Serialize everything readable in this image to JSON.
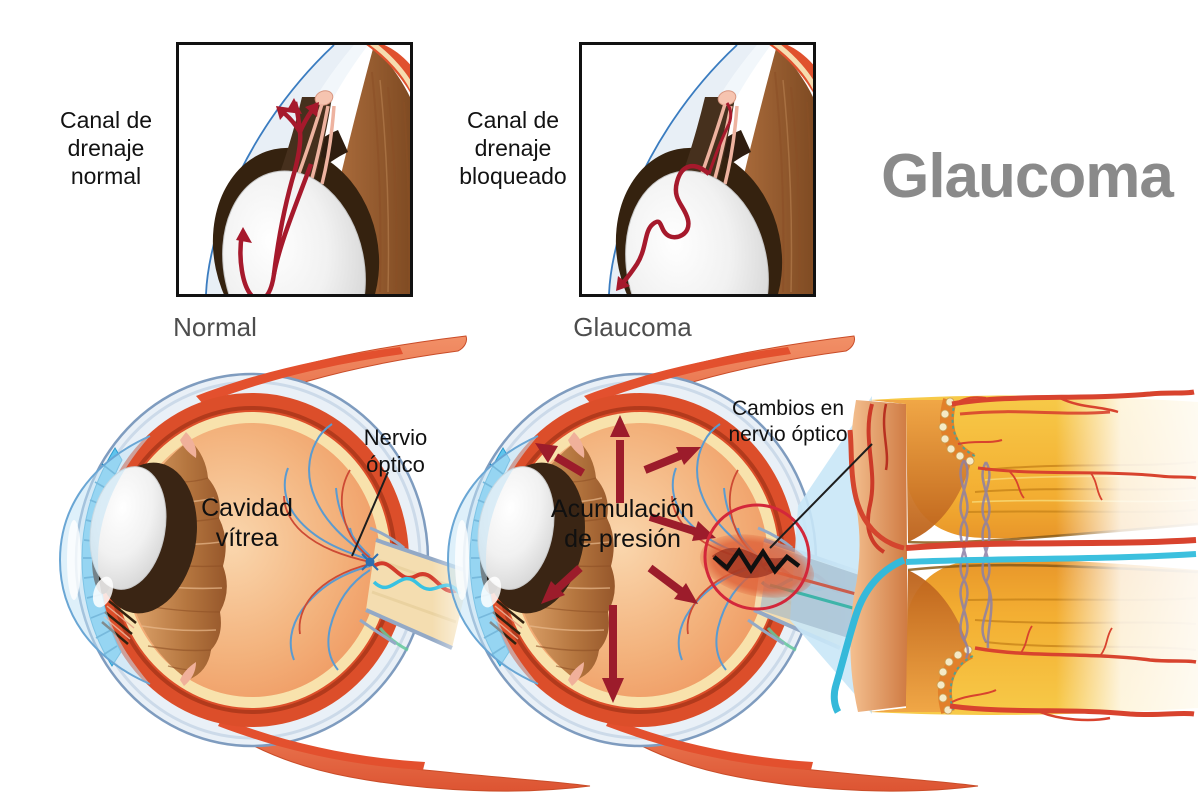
{
  "title": {
    "text": "Glaucoma",
    "color": "#8a8a8a"
  },
  "insets": {
    "normal": {
      "label": "Canal de\ndrenaje\nnormal",
      "caption": "Normal"
    },
    "blocked": {
      "label": "Canal de\ndrenaje\nbloqueado",
      "caption": "Glaucoma"
    }
  },
  "eye_normal": {
    "cavity_label": "Cavidad\nvítrea",
    "nerve_label": "Nervio\nóptico"
  },
  "eye_glaucoma": {
    "pressure_label": "Acumulación\nde presión",
    "nerve_changes_label": "Cambios en\nnervio óptico"
  },
  "colors": {
    "title_gray": "#8a8a8a",
    "caption_gray": "#4d4d4d",
    "label_black": "#161616",
    "pressure_arrow_red": "#9c1c2b",
    "flow_arrow_red": "#a6192c",
    "highlight_circle_red": "#d3273a",
    "sclera_blue": "#e9f0f7",
    "choroid_red": "#dc4e2a",
    "retina_cream": "#f8e2ac",
    "vitreous_orange": "#f0a268",
    "iris_cyan": "#5fc4ed",
    "muscle_red": "#e3502e",
    "lens_gray": "#d9d9d9",
    "beam_blue": "#c9e7f7",
    "nerve_cream": "#f4ddb0",
    "nerve_fiber_yellow": "#f6c33e"
  }
}
